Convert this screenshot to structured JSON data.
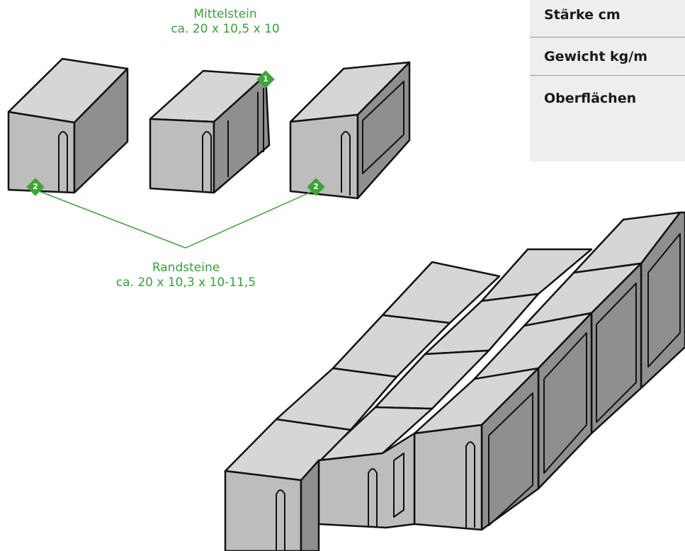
{
  "labels": {
    "mittelstein_name": "Mittelstein",
    "mittelstein_dims": "ca. 20 x 10,5 x 10",
    "randsteine_name": "Randsteine",
    "randsteine_dims": "ca. 20 x 10,3 x 10-11,5"
  },
  "badges": {
    "mittelstein": "1",
    "randstein_left": "2",
    "randstein_right": "2"
  },
  "spec_panel": {
    "rows": [
      "Stärke cm",
      "Gewicht kg/m",
      "Oberflächen"
    ]
  },
  "colors": {
    "accent_green": "#3a9e3a",
    "badge_green": "#3fa535",
    "stone_top": "#d6d6d6",
    "stone_front": "#bdbdbd",
    "stone_side": "#8f8f8f",
    "panel_bg": "#eeeeee"
  }
}
